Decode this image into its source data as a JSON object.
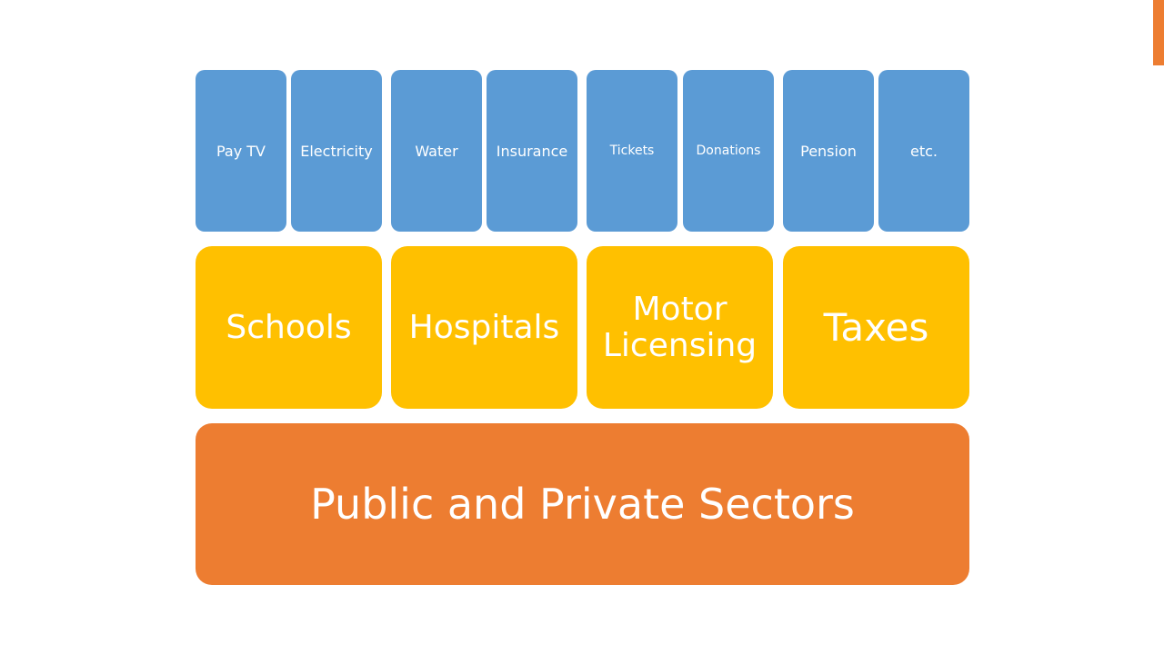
{
  "colors": {
    "accent": "#ED7D31",
    "blue": "#5B9BD5",
    "yellow": "#FFC000",
    "orange": "#ED7D31",
    "text": "#FFFFFF"
  },
  "top_row": [
    "Pay TV",
    "Electricity",
    "Water",
    "Insurance",
    "Tickets",
    "Donations",
    "Pension",
    "etc."
  ],
  "middle_row": [
    "Schools",
    "Hospitals",
    "Motor\nLicensing",
    "Taxes"
  ],
  "base": "Public and Private Sectors"
}
